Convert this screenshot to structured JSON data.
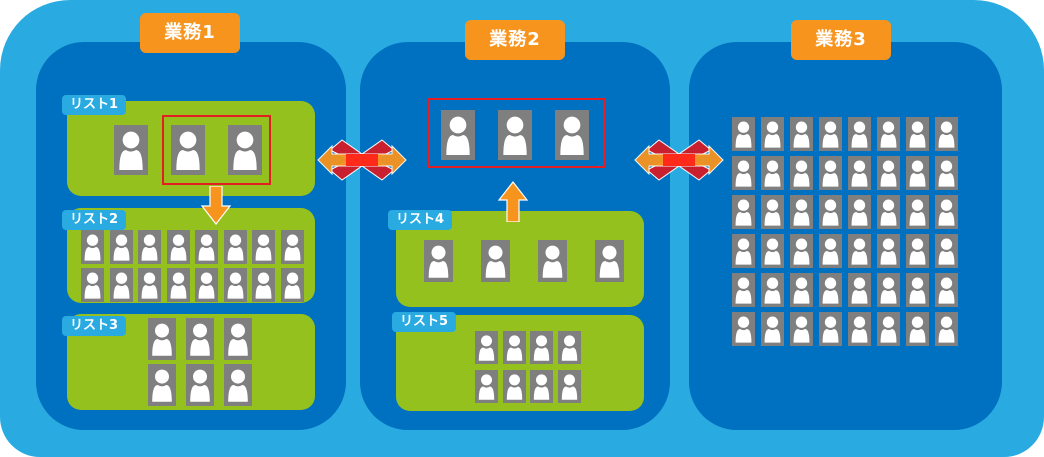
{
  "colors": {
    "outer_background": "#29abe2",
    "business_panel": "#0070c0",
    "list_panel": "#95c11f",
    "title_badge": "#f7941d",
    "list_label": "#29abe2",
    "person_tile": "#7f7f7f",
    "selection_border": "#e31e24",
    "blocked_cross": "#c8202f"
  },
  "businesses": [
    {
      "title": "業務1",
      "lists": [
        {
          "label": "リスト1",
          "person_count": 3,
          "selected_count": 2
        },
        {
          "label": "リスト2",
          "person_count": 16
        },
        {
          "label": "リスト3",
          "person_count": 6
        }
      ]
    },
    {
      "title": "業務2",
      "selected_group_count": 3,
      "lists": [
        {
          "label": "リスト4",
          "person_count": 4
        },
        {
          "label": "リスト5",
          "person_count": 8
        }
      ]
    },
    {
      "title": "業務3",
      "person_count": 48
    }
  ],
  "connectors": [
    {
      "between": [
        "業務1",
        "業務2"
      ],
      "type": "bidirectional-arrow-blocked",
      "icon": "cross-icon"
    },
    {
      "between": [
        "業務2",
        "業務3"
      ],
      "type": "bidirectional-arrow-blocked",
      "icon": "cross-icon"
    }
  ],
  "flows": [
    {
      "from": "リスト1 selection",
      "to": "リスト2",
      "direction": "down"
    },
    {
      "from": "リスト4",
      "to": "業務2 selection",
      "direction": "up"
    }
  ]
}
